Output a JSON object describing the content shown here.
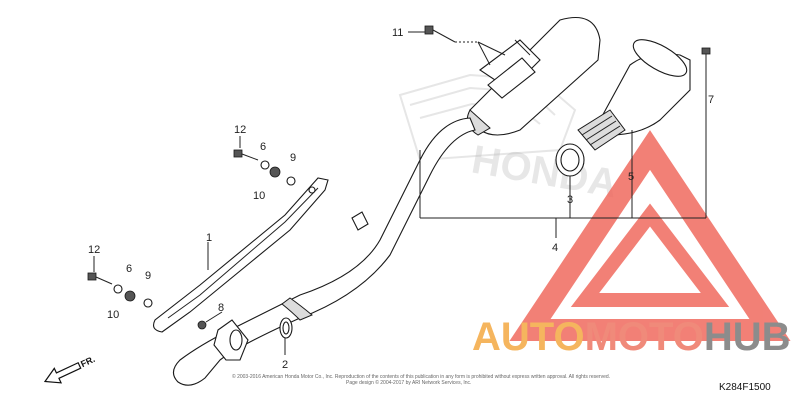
{
  "callouts": {
    "c1": "1",
    "c2": "2",
    "c3": "3",
    "c4": "4",
    "c5": "5",
    "c6a": "6",
    "c6b": "6",
    "c7": "7",
    "c8": "8",
    "c9a": "9",
    "c9b": "9",
    "c10a": "10",
    "c10b": "10",
    "c11": "11",
    "c12a": "12",
    "c12b": "12"
  },
  "direction_label": "FR.",
  "diagram_code": "K284F1500",
  "copyright_line1": "© 2003-2016 American Honda Motor Co., Inc. Reproduction of the contents of this publication in any form is prohibited without express written approval. All rights reserved.",
  "copyright_line2": "Page design © 2004-2017 by ARI Network Services, Inc.",
  "brand_watermark": "HONDA",
  "logo": {
    "part1": "AUTO",
    "part2": "MOTO",
    "part3": "HUB"
  },
  "colors": {
    "logo_orange": "#f5b55e",
    "logo_red": "#f08a7a",
    "logo_gray": "#8c8c8c",
    "triangle_red": "#f06a5f"
  }
}
